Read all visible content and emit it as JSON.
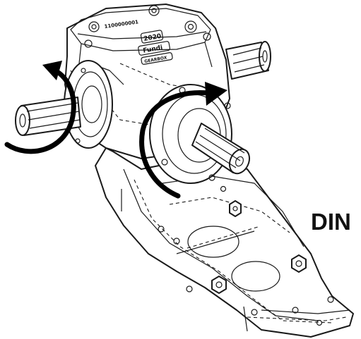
{
  "label_text": "DIN",
  "casting": {
    "serial_number": "1100000001",
    "plate_year": "2020",
    "plate_brand": "Fundi",
    "plate_sub": "GEARBOX"
  },
  "colors": {
    "line": "#1a1a1a",
    "arrow": "#000000",
    "background": "#ffffff"
  }
}
